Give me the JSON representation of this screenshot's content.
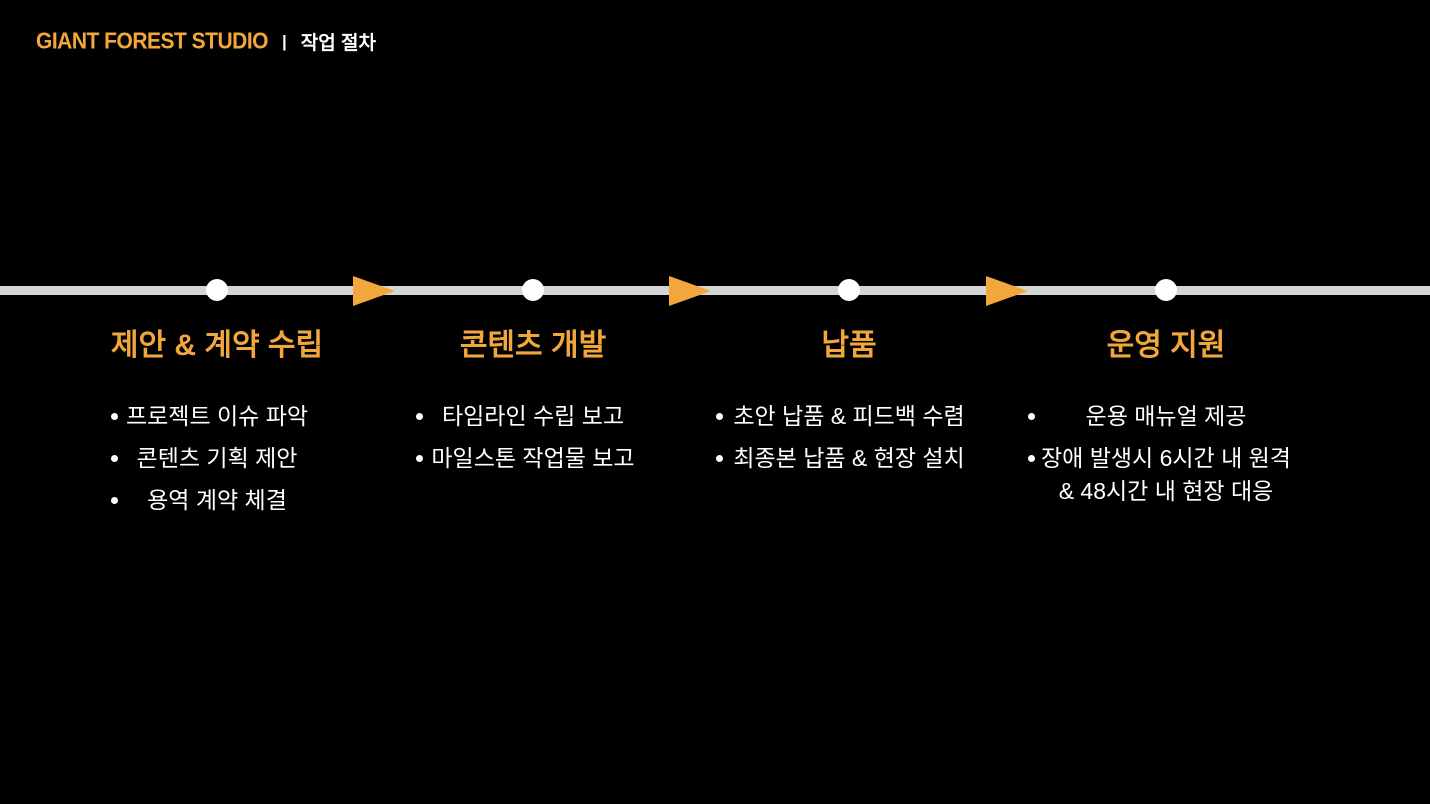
{
  "header": {
    "logo": "GIANT FOREST STUDIO",
    "divider": "|",
    "subtitle": "작업 절차"
  },
  "colors": {
    "background": "#000000",
    "accent": "#F2A73D",
    "timeline_line": "#D5D5D5",
    "dot": "#FFFFFF",
    "body_text": "#FFFFFF"
  },
  "timeline": {
    "icons": {
      "dot": "circle-milestone",
      "arrow": "arrow-right"
    },
    "stages": [
      {
        "title": "제안 & 계약 수립",
        "bullets": [
          "프로젝트 이슈 파악",
          "콘텐츠 기획 제안",
          "용역 계약 체결"
        ]
      },
      {
        "title": "콘텐츠 개발",
        "bullets": [
          "타임라인 수립 보고",
          "마일스톤 작업물 보고"
        ]
      },
      {
        "title": "납품",
        "bullets": [
          "초안 납품 & 피드백 수렴",
          "최종본 납품 & 현장 설치"
        ]
      },
      {
        "title": "운영 지원",
        "bullets": [
          "운용 매뉴얼 제공",
          "장애 발생시 6시간 내 원격\n& 48시간 내 현장 대응"
        ]
      }
    ]
  }
}
